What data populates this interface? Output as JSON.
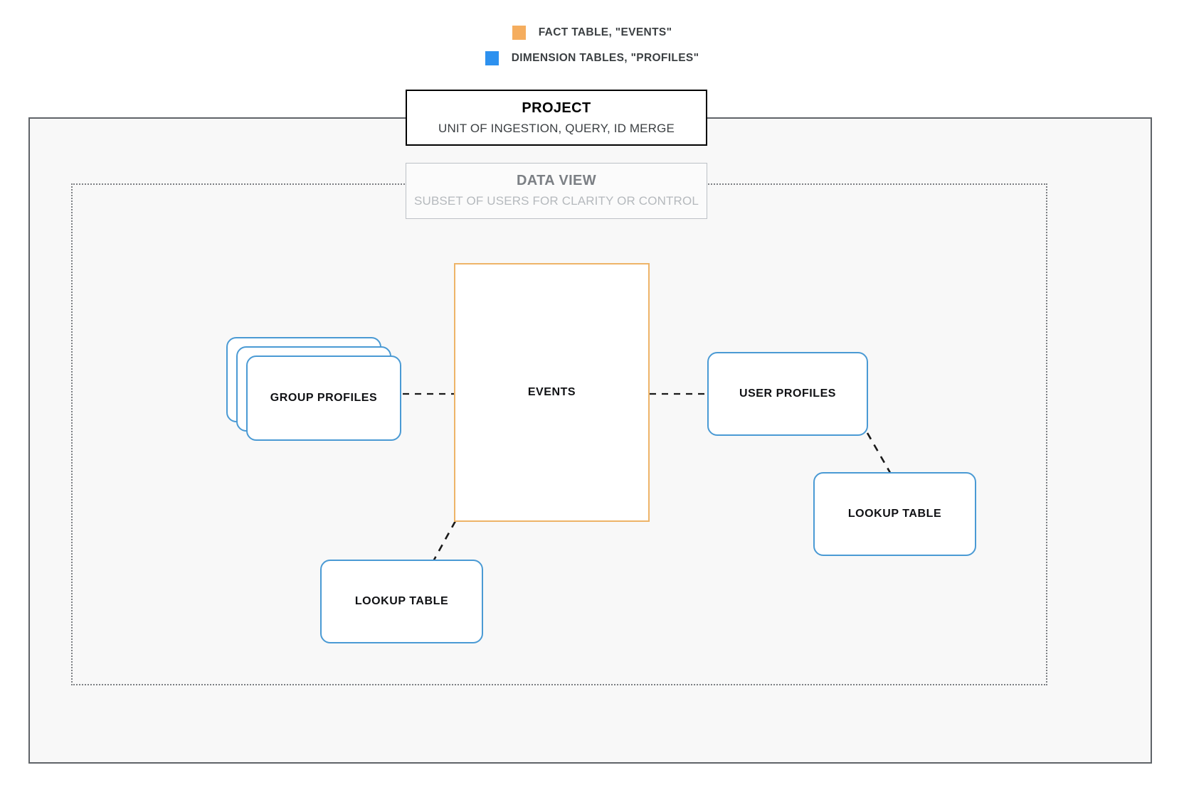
{
  "legend": {
    "items": [
      {
        "label": "FACT TABLE, \"EVENTS\"",
        "color": "#f5ad5e",
        "icon": "square-swatch-icon"
      },
      {
        "label": "DIMENSION TABLES, \"PROFILES\"",
        "color": "#2d91ef",
        "icon": "square-swatch-icon"
      }
    ]
  },
  "project": {
    "title": "PROJECT",
    "subtitle": "UNIT OF INGESTION, QUERY, ID MERGE",
    "border_color": "#000000",
    "background": "#f8f8f8"
  },
  "data_view": {
    "title": "DATA VIEW",
    "subtitle": "SUBSET OF USERS FOR CLARITY OR CONTROL",
    "border_color": "#bdc1c6"
  },
  "nodes": {
    "events": {
      "label": "EVENTS",
      "type": "fact-table",
      "color": "#eeb468"
    },
    "group_profiles": {
      "label": "GROUP PROFILES",
      "type": "dimension-table-stack",
      "color": "#4a9ad4",
      "stack_count": 3
    },
    "user_profiles": {
      "label": "USER PROFILES",
      "type": "dimension-table",
      "color": "#4a9ad4"
    },
    "lookup_table_right": {
      "label": "LOOKUP TABLE",
      "type": "dimension-table",
      "color": "#4a9ad4"
    },
    "lookup_table_left": {
      "label": "LOOKUP TABLE",
      "type": "dimension-table",
      "color": "#4a9ad4"
    }
  },
  "connectors": [
    {
      "name": "group-profiles-to-events",
      "style": "dashed",
      "color": "#1a1a1a"
    },
    {
      "name": "events-to-user-profiles",
      "style": "dashed",
      "color": "#1a1a1a"
    },
    {
      "name": "user-profiles-to-lookup-right",
      "style": "dashed",
      "color": "#1a1a1a"
    },
    {
      "name": "events-to-lookup-left",
      "style": "dashed",
      "color": "#1a1a1a"
    }
  ]
}
